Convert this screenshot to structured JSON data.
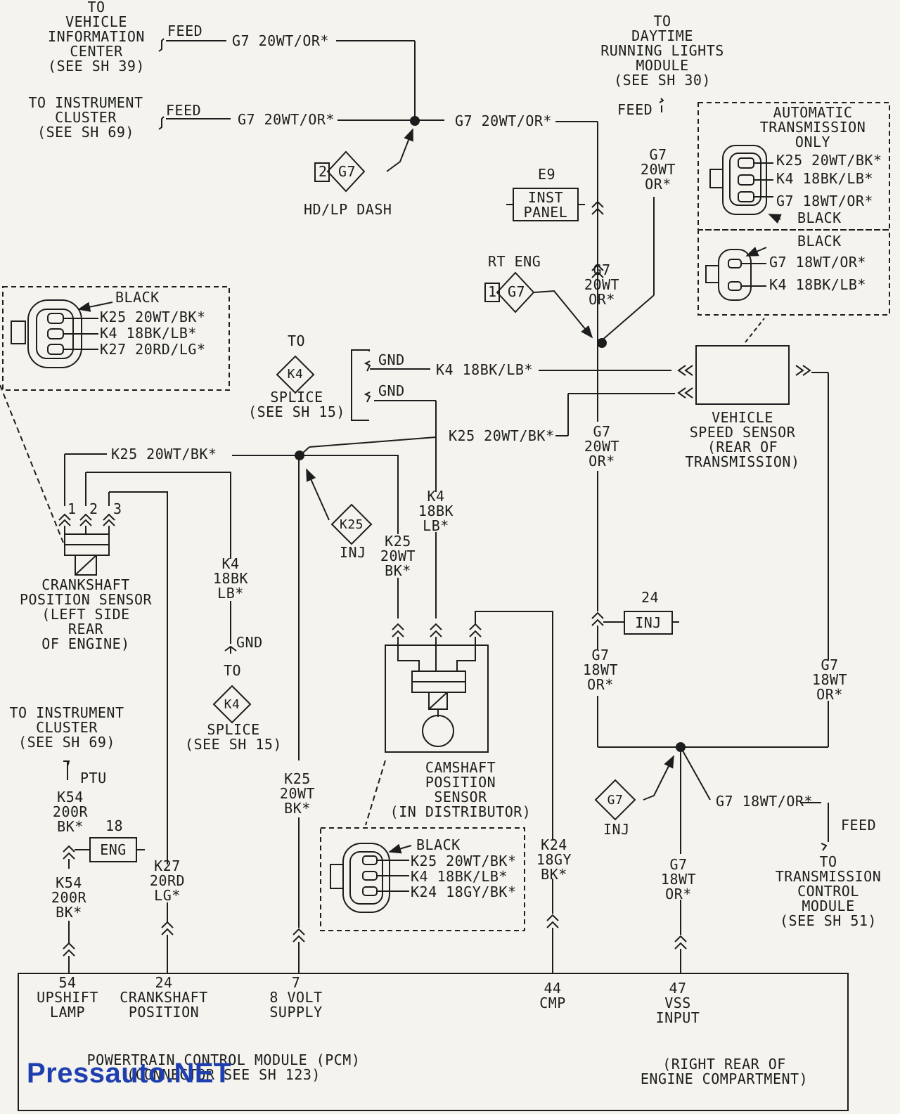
{
  "watermark": "Pressauto.NET",
  "top_left": {
    "vic": "TO\nVEHICLE\nINFORMATION\nCENTER\n(SEE SH 39)",
    "vic_feed": "FEED",
    "vic_wire": "G7 20WT/OR*",
    "cluster": "TO INSTRUMENT\nCLUSTER\n(SEE SH 69)",
    "cluster_feed": "FEED",
    "cluster_wire": "G7 20WT/OR*",
    "g7_num": "2",
    "g7_label": "G7",
    "hd_lp": "HD/LP DASH",
    "right_wire": "G7 20WT/OR*"
  },
  "top_right": {
    "drl": "TO\nDAYTIME\nRUNNING LIGHTS\nMODULE\n(SEE SH 30)",
    "drl_feed": "FEED",
    "drl_wire": "G7\n20WT\nOR*",
    "e9": "E9",
    "inst_panel": "INST\nPANEL",
    "rt_eng": "RT ENG",
    "rt_num": "1",
    "rt_g7": "G7",
    "mid_wire": "G7\n20WT\nOR*",
    "auto_trans": "AUTOMATIC\nTRANSMISSION\nONLY",
    "at_k25": "K25 20WT/BK*",
    "at_k4": "K4 18BK/LB*",
    "at_g7": "G7 18WT/OR*",
    "at_black": "BLACK",
    "vss_black": "BLACK",
    "vss_g7": "G7 18WT/OR*",
    "vss_k4": "K4 18BK/LB*"
  },
  "left_connector": {
    "black": "BLACK",
    "k25": "K25 20WT/BK*",
    "k4": "K4 18BK/LB*",
    "k27": "K27 20RD/LG*"
  },
  "middle": {
    "to_k4_top": "TO",
    "k4_diamond": "K4",
    "splice_top": "SPLICE\n(SEE SH 15)",
    "gnd1": "GND",
    "gnd2": "GND",
    "k4_wire": "K4 18BK/LB*",
    "k25_wire_right": "K25 20WT/BK*",
    "k25_wire_left": "K25 20WT/BK*",
    "k25_inj": "K25",
    "inj1": "INJ",
    "k4_vert": "K4\n18BK\nLB*",
    "k25_vert": "K25\n20WT\nBK*",
    "g7_vert": "G7\n20WT\nOR*",
    "vss": "VEHICLE\nSPEED SENSOR\n(REAR OF\nTRANSMISSION)",
    "crank_pins": [
      "1",
      "2",
      "3"
    ],
    "crank": "CRANKSHAFT\nPOSITION SENSOR\n(LEFT SIDE\nREAR\nOF ENGINE)",
    "k4_left": "K4\n18BK\nLB*",
    "gnd3": "GND",
    "to_k4_bottom": "TO",
    "k4_diamond2": "K4",
    "splice_bottom": "SPLICE\n(SEE SH 15)",
    "cam": "CAMSHAFT\nPOSITION\nSENSOR\n(IN DISTRIBUTOR)",
    "inj24_num": "24",
    "inj24": "INJ",
    "g7_18_left": "G7\n18WT\nOR*",
    "g7_18_right": "G7\n18WT\nOR*"
  },
  "bottom": {
    "cluster2": "TO INSTRUMENT\nCLUSTER\n(SEE SH 69)",
    "ptu": "PTU",
    "k54_top": "K54\n200R\nBK*",
    "eng_num": "18",
    "eng": "ENG",
    "k54_bottom": "K54\n200R\nBK*",
    "k27": "K27\n20RD\nLG*",
    "k25": "K25\n20WT\nBK*",
    "cam_black": "BLACK",
    "cam_k25": "K25 20WT/BK*",
    "cam_k4": "K4 18BK/LB*",
    "cam_k24": "K24 18GY/BK*",
    "k24": "K24\n18GY\nBK*",
    "g7_inj": "G7",
    "inj2": "INJ",
    "g7_wire": "G7 18WT/OR*",
    "feed": "FEED",
    "tcm": "TO\nTRANSMISSION\nCONTROL\nMODULE\n(SEE SH 51)",
    "g7_low": "G7\n18WT\nOR*"
  },
  "pcm": {
    "pins": [
      {
        "num": "54",
        "label": "UPSHIFT\nLAMP"
      },
      {
        "num": "24",
        "label": "CRANKSHAFT\nPOSITION"
      },
      {
        "num": "7",
        "label": "8 VOLT\nSUPPLY"
      },
      {
        "num": "44",
        "label": "CMP"
      },
      {
        "num": "47",
        "label": "VSS\nINPUT"
      }
    ],
    "title": "POWERTRAIN CONTROL MODULE (PCM)\n(CONNECTOR SEE SH 123)",
    "location": "(RIGHT REAR OF\nENGINE COMPARTMENT)"
  }
}
